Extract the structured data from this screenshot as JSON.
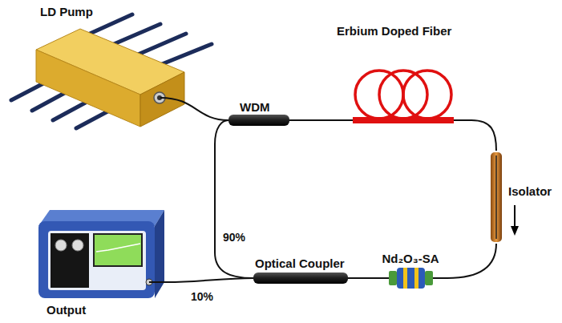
{
  "diagram": {
    "nodes": [
      {
        "text": [
          "LD Pump"
        ]
      },
      {
        "text": [
          "WDM"
        ]
      },
      {
        "text": [
          "Erbium Doped Fiber"
        ]
      },
      {
        "text": [
          "Isolator"
        ]
      },
      {
        "text": [
          "Optical Coupler"
        ]
      },
      {
        "text": [
          "Nd₂O₃-SA"
        ]
      },
      {
        "text": [
          "Output"
        ]
      }
    ],
    "edges": [
      {
        "from": 0,
        "to": 1,
        "arrow": "none"
      },
      {
        "from": 1,
        "to": 2,
        "arrow": "none"
      },
      {
        "from": 2,
        "to": 3,
        "arrow": "none"
      },
      {
        "from": 3,
        "to": 5,
        "arrow": "none"
      },
      {
        "from": 5,
        "to": 4,
        "arrow": "none"
      },
      {
        "from": 4,
        "to": 1,
        "label": "90%",
        "arrow": "none"
      },
      {
        "from": 4,
        "to": 6,
        "label": "10%",
        "arrow": "none"
      }
    ]
  }
}
